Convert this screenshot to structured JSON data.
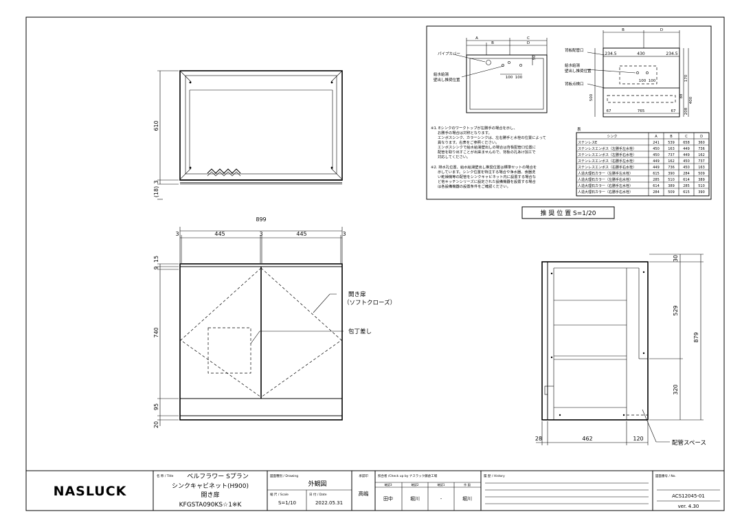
{
  "dims": {
    "top_height": "610",
    "top_gap": "3",
    "top_bottom": "(18)",
    "total_width": "899",
    "seg_left": "3",
    "door_left": "445",
    "seg_mid": "3",
    "door_right": "445",
    "seg_right": "3",
    "front_top_a": "9",
    "front_top_b": "15",
    "front_door": "740",
    "front_plinth": "95",
    "front_bottom": "20",
    "side_top": "30",
    "side_upper": "529",
    "side_total": "879",
    "side_lower": "320",
    "side_front": "28",
    "side_depth": "462",
    "side_back": "120"
  },
  "labels": {
    "door_note_1": "開き扉",
    "door_note_2": "（ソフトクローズ）",
    "knife": "包丁差し",
    "pipe_space": "配管スペース"
  },
  "inset": {
    "dim_a": "A",
    "dim_b": "B",
    "dim_c": "C",
    "dim_d": "D",
    "pipe_cover": "パイプカバー",
    "supply_1": "給水給湯",
    "supply_2": "壁出し推奨位置",
    "d100a": "100",
    "d100b": "100",
    "d50": "50",
    "r_b": "B",
    "r_d": "D",
    "r_drain": "背板配管口",
    "r_supply_1": "給水給湯",
    "r_supply_2": "壁出し推奨位置",
    "r_check": "背板点検口",
    "r_2345a": "234.5",
    "r_430": "430",
    "r_2345b": "234.5",
    "r_100a": "100",
    "r_100b": "100",
    "r_170": "170",
    "r_500": "500",
    "r_88": "88",
    "r_400": "400",
    "r_208": "208",
    "r_67a": "67",
    "r_765": "765",
    "r_67b": "67"
  },
  "notes": {
    "n1_1": "※1. Eシンクのワークトップが左勝手の場合を示し、",
    "n1_2": "お勝手の場合は対称となります。",
    "n1_3": "エンボスシンク、カラーシンクは、左右勝手と水栓の位置によって",
    "n1_4": "異なります。右表をご参照ください。",
    "n1_5": "エンボスシンクで給水給湯壁出しの場合は背板配管口位置に",
    "n1_6": "配管を取り出すことが出来ませんので、背板の孔あけ加工で",
    "n1_7": "対応してください。",
    "n2_1": "※2. 排水孔位置、給水給湯壁出し推奨位置は標準セットの場合を",
    "n2_2": "示しています。シンク位置を特注する場合や浄水器、食器洗",
    "n2_3": "い乾燥機等の配管をシンクキャビネット内に設置する場合な",
    "n2_4": "ど他キッチンシリーズに設定された設備機器を設置する場合",
    "n2_5": "は各設備機器の設置条件をご確認ください。"
  },
  "sink_table": {
    "title": "表",
    "headers": [
      "シンク",
      "A",
      "B",
      "C",
      "D"
    ],
    "rows": [
      [
        "ステンレスE",
        "241",
        "539",
        "658",
        "360"
      ],
      [
        "ステンレスエンボス（左勝手左水栓）",
        "450",
        "163",
        "449",
        "736"
      ],
      [
        "ステンレスエンボス（左勝手右水栓）",
        "450",
        "737",
        "449",
        "162"
      ],
      [
        "ステンレスエンボス（右勝手左水栓）",
        "449",
        "162",
        "450",
        "737"
      ],
      [
        "ステンレスエンボス（右勝手右水栓）",
        "449",
        "736",
        "450",
        "163"
      ],
      [
        "人造大理石カラー（左勝手左水栓）",
        "615",
        "390",
        "284",
        "509"
      ],
      [
        "人造大理石カラー（左勝手右水栓）",
        "285",
        "510",
        "614",
        "389"
      ],
      [
        "人造大理石カラー（右勝手左水栓）",
        "614",
        "389",
        "285",
        "510"
      ],
      [
        "人造大理石カラー（右勝手右水栓）",
        "284",
        "509",
        "615",
        "390"
      ]
    ]
  },
  "recommend": "推 奨 位 置  S=1/20",
  "title_block": {
    "logo": "NASLUCK",
    "title_label": "名 称 / Title",
    "title_1": "ベルフラワー Sプラン",
    "title_2": "シンクキャビネット(H900)",
    "title_3": "開き扉",
    "title_4": "KFGSTA090KS☆1※K",
    "drawing_label": "図面種別 / Drawing",
    "drawing": "外観図",
    "scale_label": "縮 尺 / Scale",
    "scale": "S=1/10",
    "date_label": "日 付 / Date",
    "date": "2022.05.31",
    "approval_label": "承認印",
    "approval": "高嶋",
    "check_label": "照合者 /Check up by ナスラック藤倉工場",
    "check_h1": "確認3",
    "check_h2": "確認2",
    "check_h3": "確認1",
    "check_h4": "作 図",
    "check_1": "田中",
    "check_2": "堀川",
    "check_3": "-",
    "check_4": "堀川",
    "history_label": "履 歴 / History",
    "no_label": "図面番号 / No.",
    "number": "ACS12045-01",
    "version": "ver. 4.30"
  }
}
